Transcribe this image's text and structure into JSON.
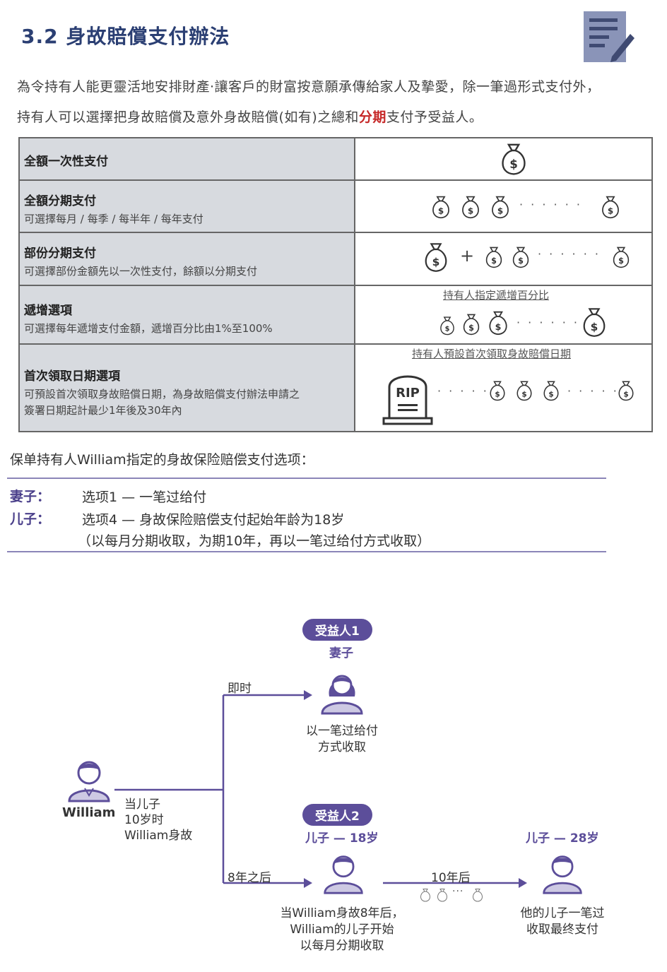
{
  "header": {
    "title": "3.2 身故賠償支付辦法",
    "intro_line1": "為令持有人能更靈活地安排財產‧讓客戶的財富按意願承傳給家人及摯愛，除一筆過形式支付外，",
    "intro_line2_a": "持有人可以選擇把身故賠償及意外身故賠償(如有)之總和",
    "intro_line2_highlight": "分期",
    "intro_line2_b": "支付予受益人。"
  },
  "table": {
    "rows": [
      {
        "title": "全額一次性支付",
        "subtitle": ""
      },
      {
        "title": "全額分期支付",
        "subtitle": "可選擇每月 / 每季 / 每半年 / 每年支付"
      },
      {
        "title": "部份分期支付",
        "subtitle": "可選擇部份金額先以一次性支付，餘額以分期支付"
      },
      {
        "title": "遞增選項",
        "subtitle": "可選擇每年遞增支付金額，遞增百分比由1%至100%"
      },
      {
        "title": "首次領取日期選項",
        "subtitle": "可預設首次領取身故賠償日期，為身故賠償支付辦法申請之",
        "subtitle2": "簽署日期起計最少1年後及30年內"
      }
    ],
    "caption_increase": "持有人指定遞增百分比",
    "caption_first_date": "持有人預設首次領取身故賠償日期",
    "dollar_symbol": "$",
    "plus": "+",
    "dots": "· · · · · ·",
    "rip": "RIP"
  },
  "selection": {
    "heading": "保单持有人William指定的身故保险赔偿支付选项：",
    "wife_label": "妻子：",
    "wife_option": "选项1 — 一笔过给付",
    "son_label": "儿子：",
    "son_option": "选项4 — 身故保险赔偿支付起始年龄为18岁",
    "son_option_note": "（以每月分期收取，为期10年，再以一笔过给付方式收取）"
  },
  "diagram": {
    "william": "William",
    "death_note": [
      "当儿子",
      "10岁时",
      "William身故"
    ],
    "immediate": "即时",
    "after8": "8年之后",
    "ben1_pill": "受益人1",
    "ben1_name": "妻子",
    "ben1_desc": [
      "以一笔过给付",
      "方式收取"
    ],
    "ben2_pill": "受益人2",
    "ben2_name": "儿子 — 18岁",
    "ben2_desc": [
      "当William身故8年后，",
      "William的儿子开始",
      "以每月分期收取"
    ],
    "ten_years": "10年后",
    "son_final_name": "儿子 — 28岁",
    "son_final_desc": [
      "他的儿子一笔过",
      "收取最终支付"
    ]
  },
  "colors": {
    "title": "#2b3f73",
    "accent_purple": "#5c4e9a",
    "highlight_red": "#c62828",
    "table_gray": "#d7dadf"
  }
}
